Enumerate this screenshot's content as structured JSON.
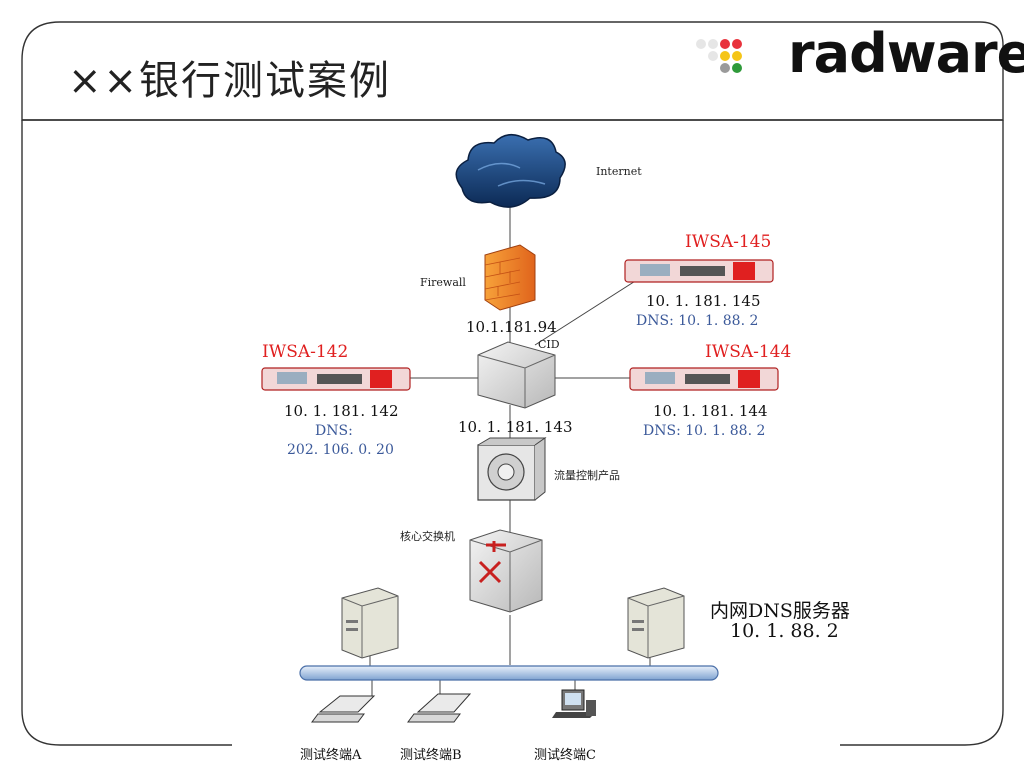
{
  "slide": {
    "title": "××银行测试案例",
    "logo": {
      "text": "radware",
      "dot_colors": [
        "#e0e0e0",
        "#e8323c",
        "#f5c518",
        "#9a9a9a",
        "#2f9a3a"
      ]
    }
  },
  "diagram": {
    "internet_label": "Internet",
    "firewall_label": "Firewall",
    "firewall_ip": "10.1.181.94",
    "cid_label": "CID",
    "switch_ip": "10. 1.  181. 143",
    "traffic_control_label": "流量控制产品",
    "core_switch_label": "核心交换机",
    "iwsa145": {
      "name": "IWSA-145",
      "ip": "10. 1. 181. 145",
      "dns": "DNS: 10. 1. 88. 2"
    },
    "iwsa142": {
      "name": "IWSA-142",
      "ip": "10. 1. 181. 142",
      "dns_label": "DNS:",
      "dns_value": "202. 106. 0. 20"
    },
    "iwsa144": {
      "name": "IWSA-144",
      "ip": "10. 1. 181. 144",
      "dns": "DNS: 10. 1. 88. 2"
    },
    "dns_server": {
      "label": "内网DNS服务器",
      "ip": "10. 1. 88. 2"
    },
    "terminals": [
      "测试终端A",
      "测试终端B",
      "测试终端C"
    ]
  }
}
